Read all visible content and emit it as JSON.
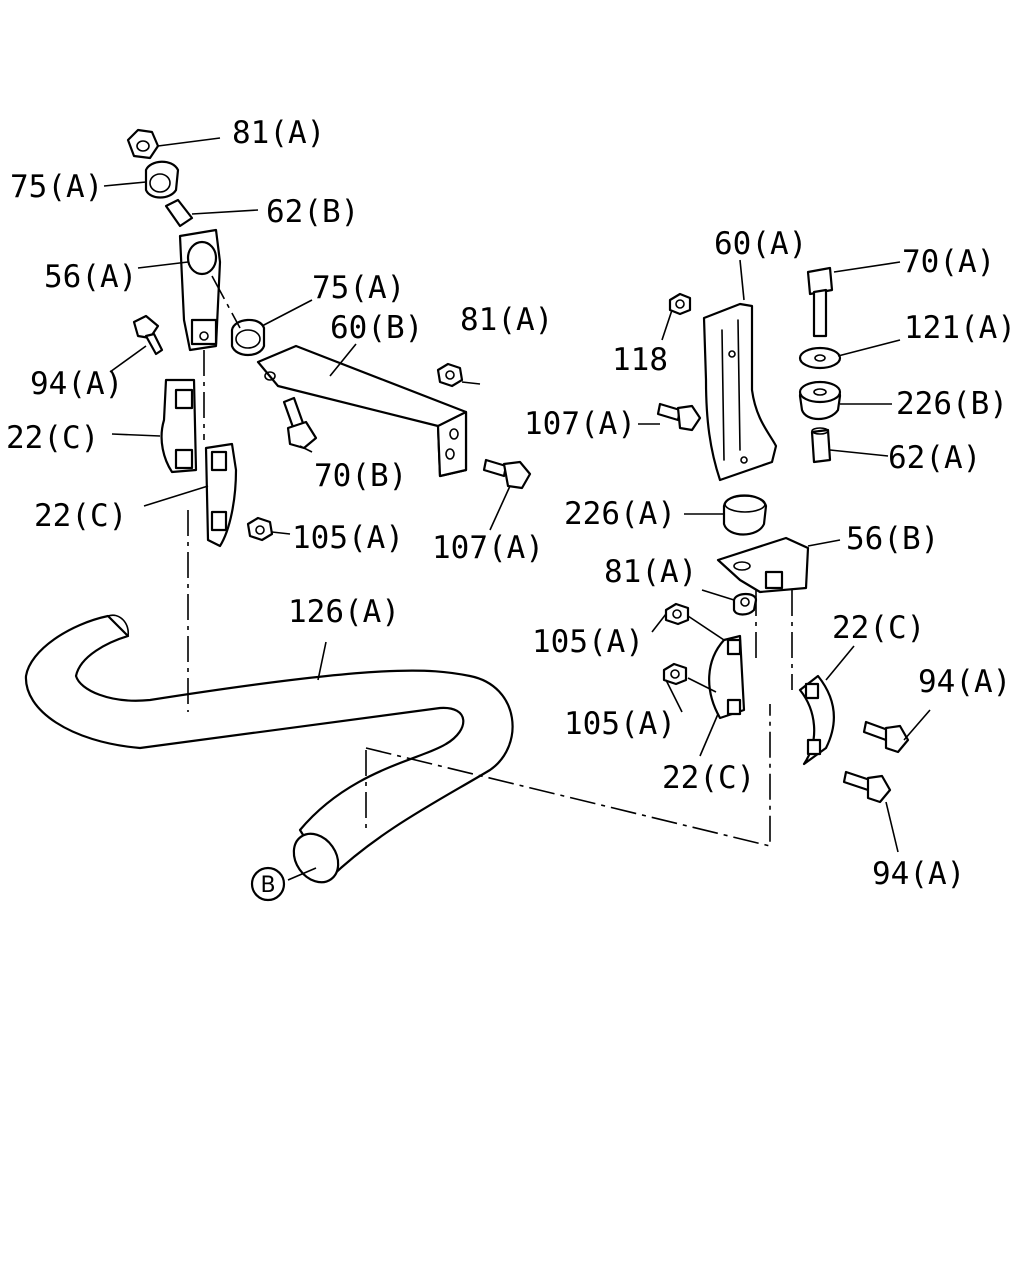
{
  "labels": {
    "l1": "81(A)",
    "l2": "75(A)",
    "l3": "62(B)",
    "l4": "56(A)",
    "l5": "75(A)",
    "l6": "60(B)",
    "l7": "81(A)",
    "l8": "94(A)",
    "l9": "22(C)",
    "l10": "22(C)",
    "l11": "70(B)",
    "l12": "105(A)",
    "l13": "107(A)",
    "l14": "60(A)",
    "l15": "70(A)",
    "l16": "121(A)",
    "l17": "118",
    "l18": "226(B)",
    "l19": "107(A)",
    "l20": "62(A)",
    "l21": "226(A)",
    "l22": "56(B)",
    "l23": "81(A)",
    "l24": "126(A)",
    "l25": "105(A)",
    "l26": "22(C)",
    "l27": "94(A)",
    "l28": "105(A)",
    "l29": "22(C)",
    "l30": "94(A)"
  },
  "reference_marker": "B"
}
